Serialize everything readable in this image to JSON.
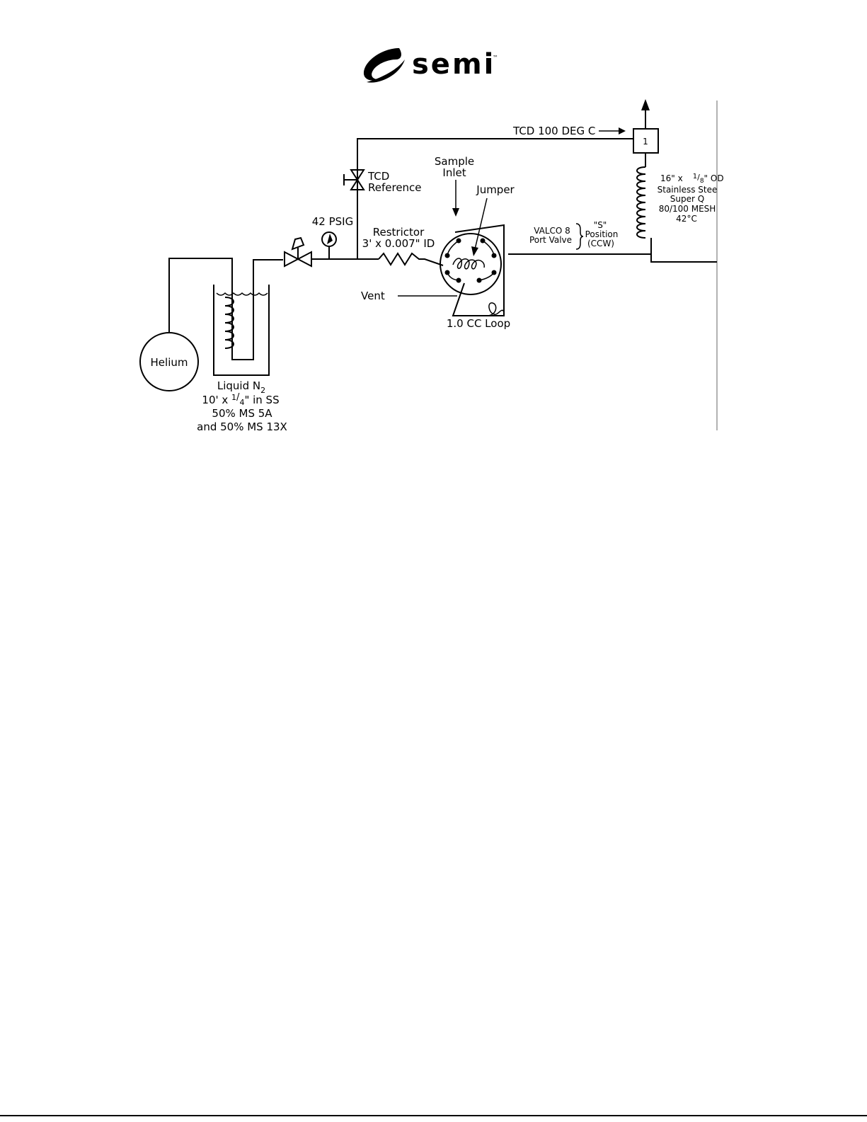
{
  "logo": {
    "wordmark": "semi",
    "tm": "™"
  },
  "labels": {
    "helium": "Helium",
    "liquid_n2": "Liquid N",
    "liquid_n2_sub": "2",
    "column_size_a": "10' x",
    "column_frac_num": "1",
    "column_frac_den": "4",
    "column_size_b": "\"  in SS",
    "ms5a": "50% MS 5A",
    "ms13x": "and 50% MS 13X",
    "gauge": "42 PSIG",
    "tcd_ref_1": "TCD",
    "tcd_ref_2": "Reference",
    "restrictor_1": "Restrictor",
    "restrictor_2": "3' x 0.007\" ID",
    "sample_1": "Sample",
    "sample_2": "Inlet",
    "jumper": "Jumper",
    "vent": "Vent",
    "loop": "1.0 CC Loop",
    "valco_1": "VALCO 8",
    "valco_2": "Port Valve",
    "pos_1": "\"S\"",
    "pos_2": "Position",
    "pos_3": "(CCW)",
    "tcd_temp": "TCD 100 DEG C",
    "detector_num": "1",
    "col2_a": "16\" x",
    "col2_frac_num": "1",
    "col2_frac_den": "8",
    "col2_b": "\" OD",
    "col2_2": "Stainless Stee",
    "col2_3": "Super Q",
    "col2_4": "80/100 MESH",
    "col2_5": "42°C"
  }
}
